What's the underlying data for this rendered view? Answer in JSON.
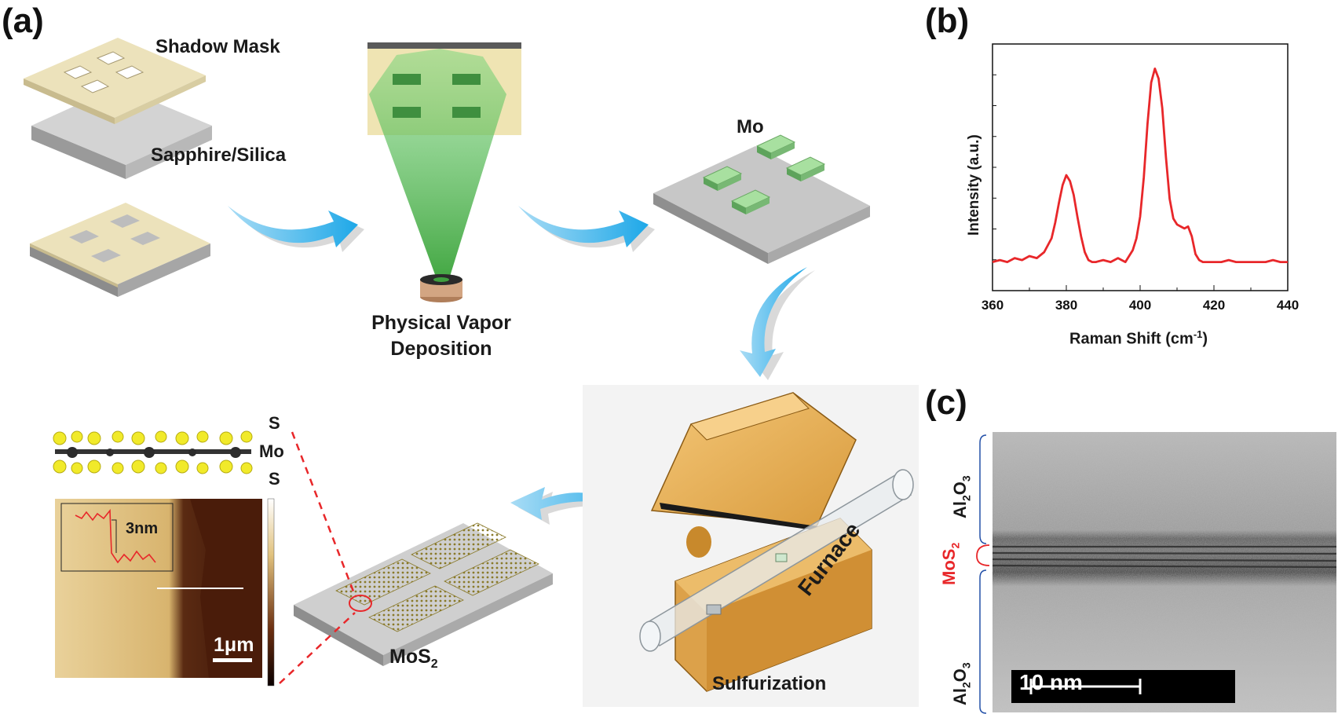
{
  "panels": {
    "a": "(a)",
    "b": "(b)",
    "c": "(c)"
  },
  "panel_a": {
    "shadow_mask": "Shadow Mask",
    "substrate": "Sapphire/Silica",
    "pvd_line1": "Physical Vapor",
    "pvd_line2": "Deposition",
    "mo": "Mo",
    "furnace": "Furnace",
    "sulfurization": "Sulfurization",
    "mos2_main": "MoS",
    "mos2_sub": "2",
    "layer_s_top": "S",
    "layer_mo": "Mo",
    "layer_s_bottom": "S",
    "afm_step": "3nm",
    "afm_scale": "1μm"
  },
  "chart_data": {
    "type": "line",
    "title": "",
    "xlabel": "Raman Shift (cm-1)",
    "xlabel_main": "Raman Shift (cm",
    "xlabel_sup": "-1",
    "xlabel_close": ")",
    "ylabel": "Intensity (a.u.)",
    "xlim": [
      360,
      440
    ],
    "x_ticks": [
      "360",
      "380",
      "400",
      "420",
      "440"
    ],
    "series": [
      {
        "color": "#e8272a",
        "x": [
          360,
          362,
          364,
          366,
          368,
          370,
          372,
          374,
          376,
          377,
          378,
          379,
          380,
          381,
          382,
          383,
          384,
          385,
          386,
          387,
          388,
          390,
          392,
          394,
          396,
          398,
          399,
          400,
          401,
          402,
          403,
          404,
          405,
          406,
          407,
          408,
          409,
          410,
          411,
          412,
          413,
          414,
          415,
          416,
          417,
          418,
          420,
          422,
          424,
          426,
          428,
          430,
          432,
          434,
          436,
          438,
          440
        ],
        "y": [
          0.02,
          0.03,
          0.02,
          0.04,
          0.03,
          0.05,
          0.04,
          0.07,
          0.14,
          0.22,
          0.32,
          0.41,
          0.46,
          0.43,
          0.36,
          0.25,
          0.15,
          0.07,
          0.03,
          0.02,
          0.02,
          0.03,
          0.02,
          0.04,
          0.02,
          0.08,
          0.14,
          0.25,
          0.45,
          0.72,
          0.93,
          1.0,
          0.95,
          0.8,
          0.55,
          0.34,
          0.24,
          0.21,
          0.2,
          0.19,
          0.2,
          0.15,
          0.06,
          0.03,
          0.02,
          0.02,
          0.02,
          0.02,
          0.03,
          0.02,
          0.02,
          0.02,
          0.02,
          0.02,
          0.03,
          0.02,
          0.02
        ]
      }
    ]
  },
  "panel_c": {
    "al2o3_top_main": "Al",
    "al2o3_top_sub1": "2",
    "al2o3_top_o": "O",
    "al2o3_top_sub2": "3",
    "mos2_main": "MoS",
    "mos2_sub": "2",
    "al2o3_bot_main": "Al",
    "al2o3_bot_sub1": "2",
    "al2o3_bot_o": "O",
    "al2o3_bot_sub2": "3",
    "scale": "10 nm"
  }
}
